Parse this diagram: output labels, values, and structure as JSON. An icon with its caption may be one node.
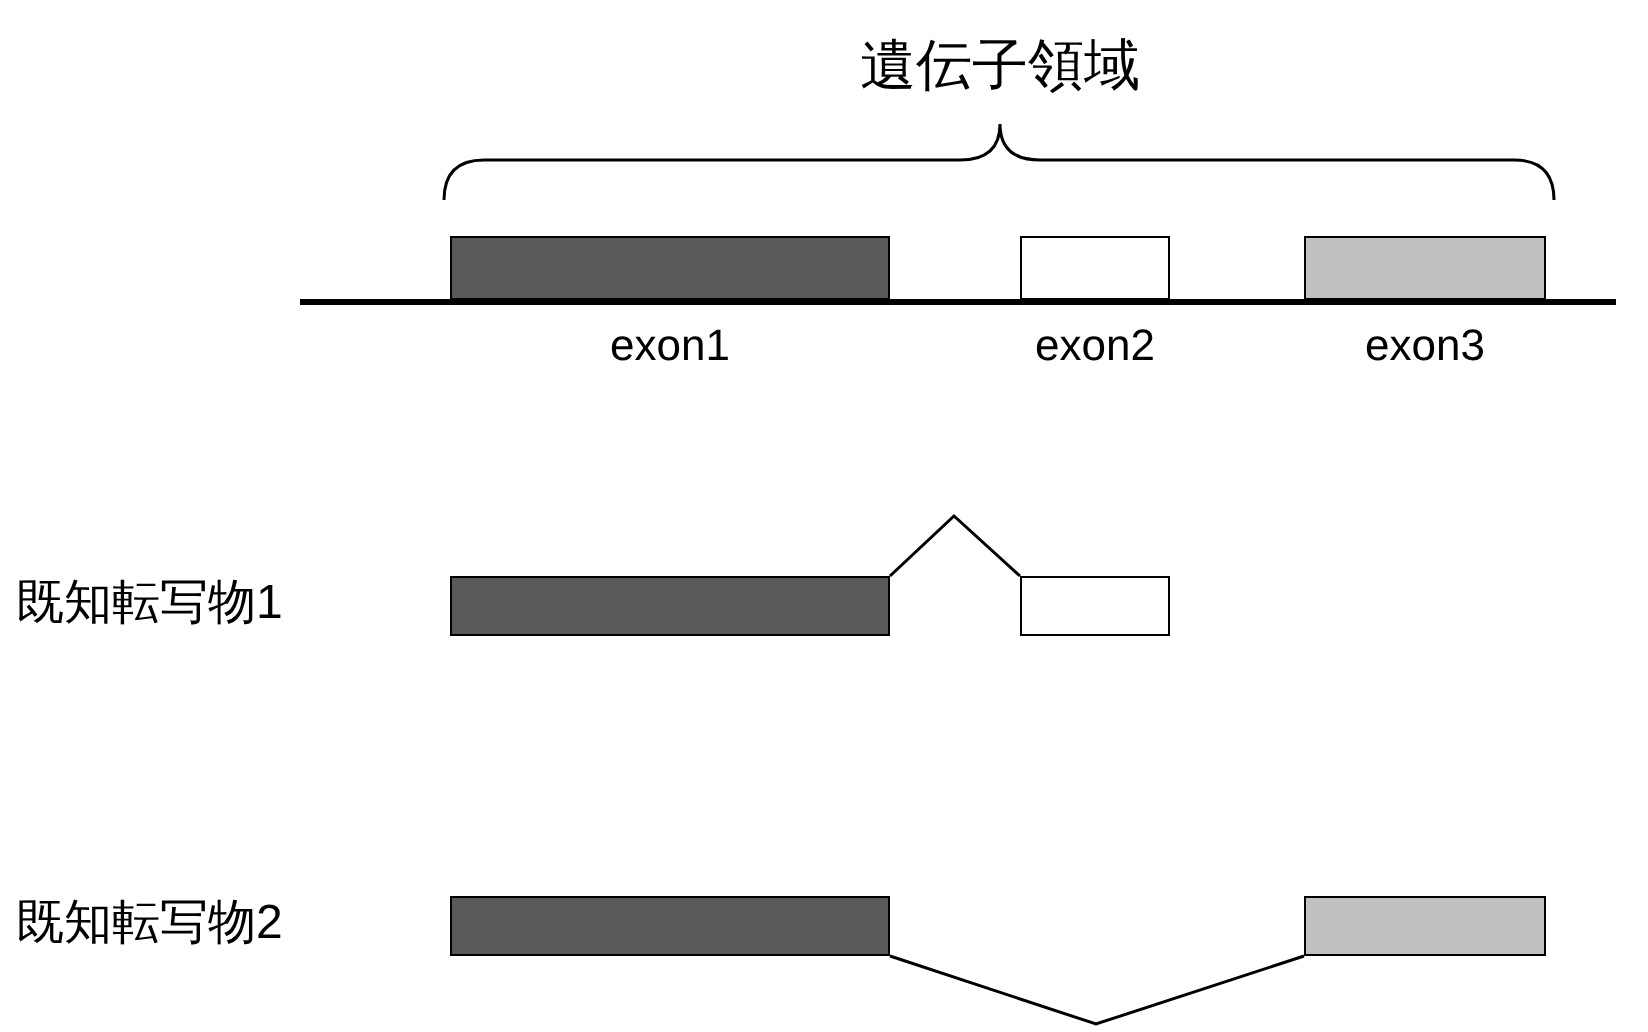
{
  "diagram": {
    "nodes": [
      {
        "text": [],
        "shape": "bar",
        "beside": [
          "exon1"
        ]
      },
      {
        "text": [],
        "shape": "bar",
        "beside": [
          "exon2"
        ]
      },
      {
        "text": [],
        "shape": "bar",
        "beside": [
          "exon3"
        ]
      },
      {
        "text": [],
        "shape": "bar"
      },
      {
        "text": [],
        "shape": "bar"
      },
      {
        "text": [],
        "shape": "bar"
      },
      {
        "text": [],
        "shape": "bar"
      }
    ],
    "edges": [
      {
        "from": 3,
        "to": 4,
        "arrow": "none"
      },
      {
        "from": 5,
        "to": 6,
        "arrow": "none"
      }
    ],
    "labels": [
      "遺伝子領域",
      "既知転写物1",
      "既知転写物2"
    ]
  }
}
